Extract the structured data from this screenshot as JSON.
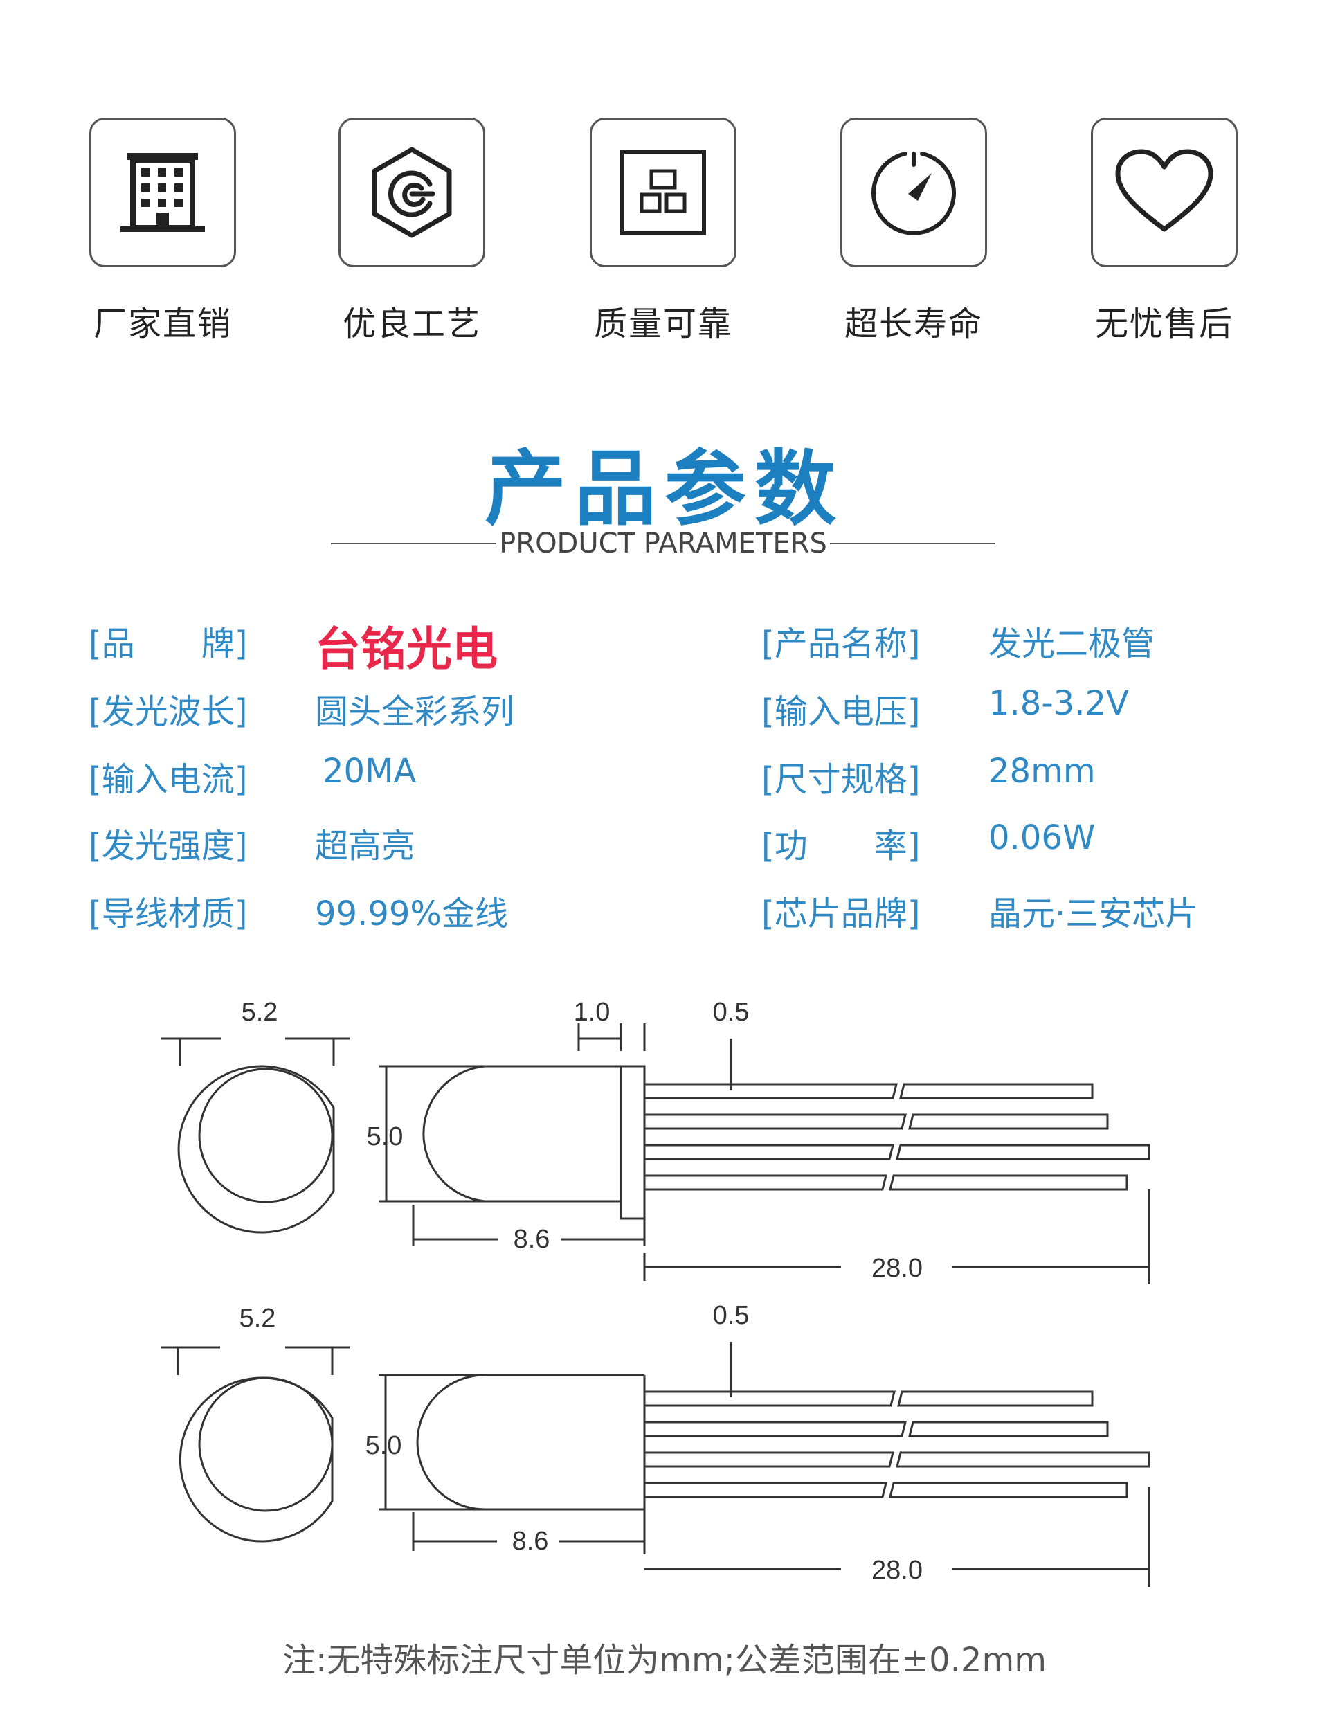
{
  "features": [
    {
      "label": "厂家直销",
      "icon": "building-icon"
    },
    {
      "label": "优良工艺",
      "icon": "hexagon-gauge-icon"
    },
    {
      "label": "质量可靠",
      "icon": "product-box-icon"
    },
    {
      "label": "超长寿命",
      "icon": "timer-icon"
    },
    {
      "label": "无忧售后",
      "icon": "heart-icon"
    }
  ],
  "section": {
    "title": "产品参数",
    "subtitle": "PRODUCT PARAMETERS"
  },
  "params": {
    "left": [
      {
        "key": "[品　　牌]",
        "value": "台铭光电"
      },
      {
        "key": "[发光波长]",
        "value": "圆头全彩系列"
      },
      {
        "key": "[输入电流]",
        "value": "20MA"
      },
      {
        "key": "[发光强度]",
        "value": "超高亮"
      },
      {
        "key": "[导线材质]",
        "value": "99.99%金线"
      }
    ],
    "right": [
      {
        "key": "[产品名称]",
        "value": "发光二极管"
      },
      {
        "key": "[输入电压]",
        "value": "1.8-3.2V"
      },
      {
        "key": "[尺寸规格]",
        "value": "28mm"
      },
      {
        "key": "[功　　率]",
        "value": "0.06W"
      },
      {
        "key": "[芯片品牌]",
        "value": "晶元·三安芯片"
      }
    ]
  },
  "colors": {
    "accent": "#1c7fc0",
    "param_text": "#2f89c4",
    "brand_red": "#e8274b"
  },
  "diagram1": {
    "diameter": "5.2",
    "flange": "1.0",
    "lead_width": "0.5",
    "height": "5.0",
    "body_length": "8.6",
    "lead_length": "28.0"
  },
  "diagram2": {
    "diameter": "5.2",
    "lead_width": "0.5",
    "height": "5.0",
    "body_length": "8.6",
    "lead_length": "28.0"
  },
  "note": "注:无特殊标注尺寸单位为mm;公差范围在±0.2mm"
}
